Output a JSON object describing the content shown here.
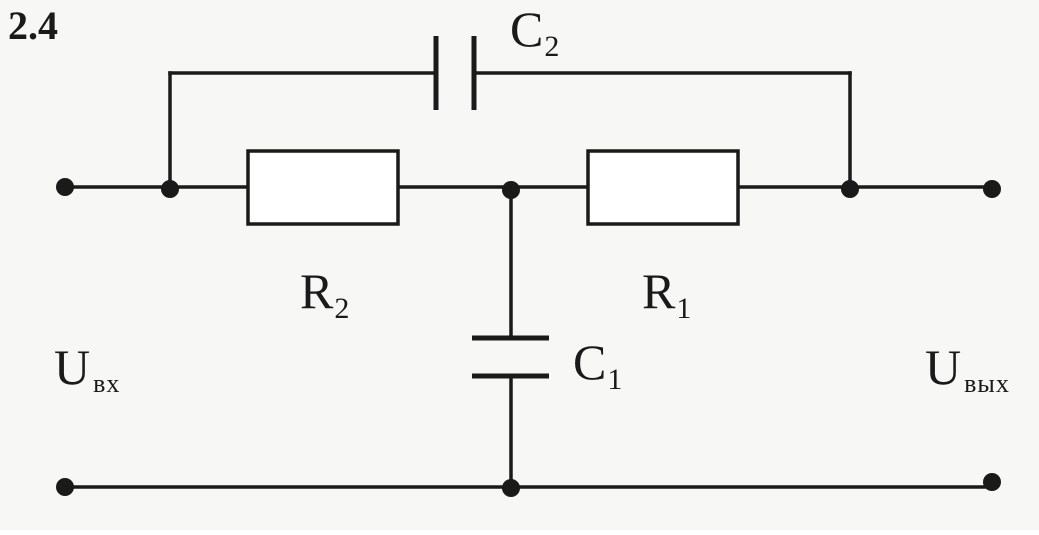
{
  "figure": {
    "number": "2.4"
  },
  "components": {
    "c2": {
      "letter": "C",
      "index": "2"
    },
    "r2": {
      "letter": "R",
      "index": "2"
    },
    "r1": {
      "letter": "R",
      "index": "1"
    },
    "c1": {
      "letter": "C",
      "index": "1"
    }
  },
  "ports": {
    "input": {
      "letter": "U",
      "index": "вх"
    },
    "output": {
      "letter": "U",
      "index": "вых"
    }
  },
  "colors": {
    "ink": "#1a1a1a",
    "paper": "#f7f7f5"
  }
}
